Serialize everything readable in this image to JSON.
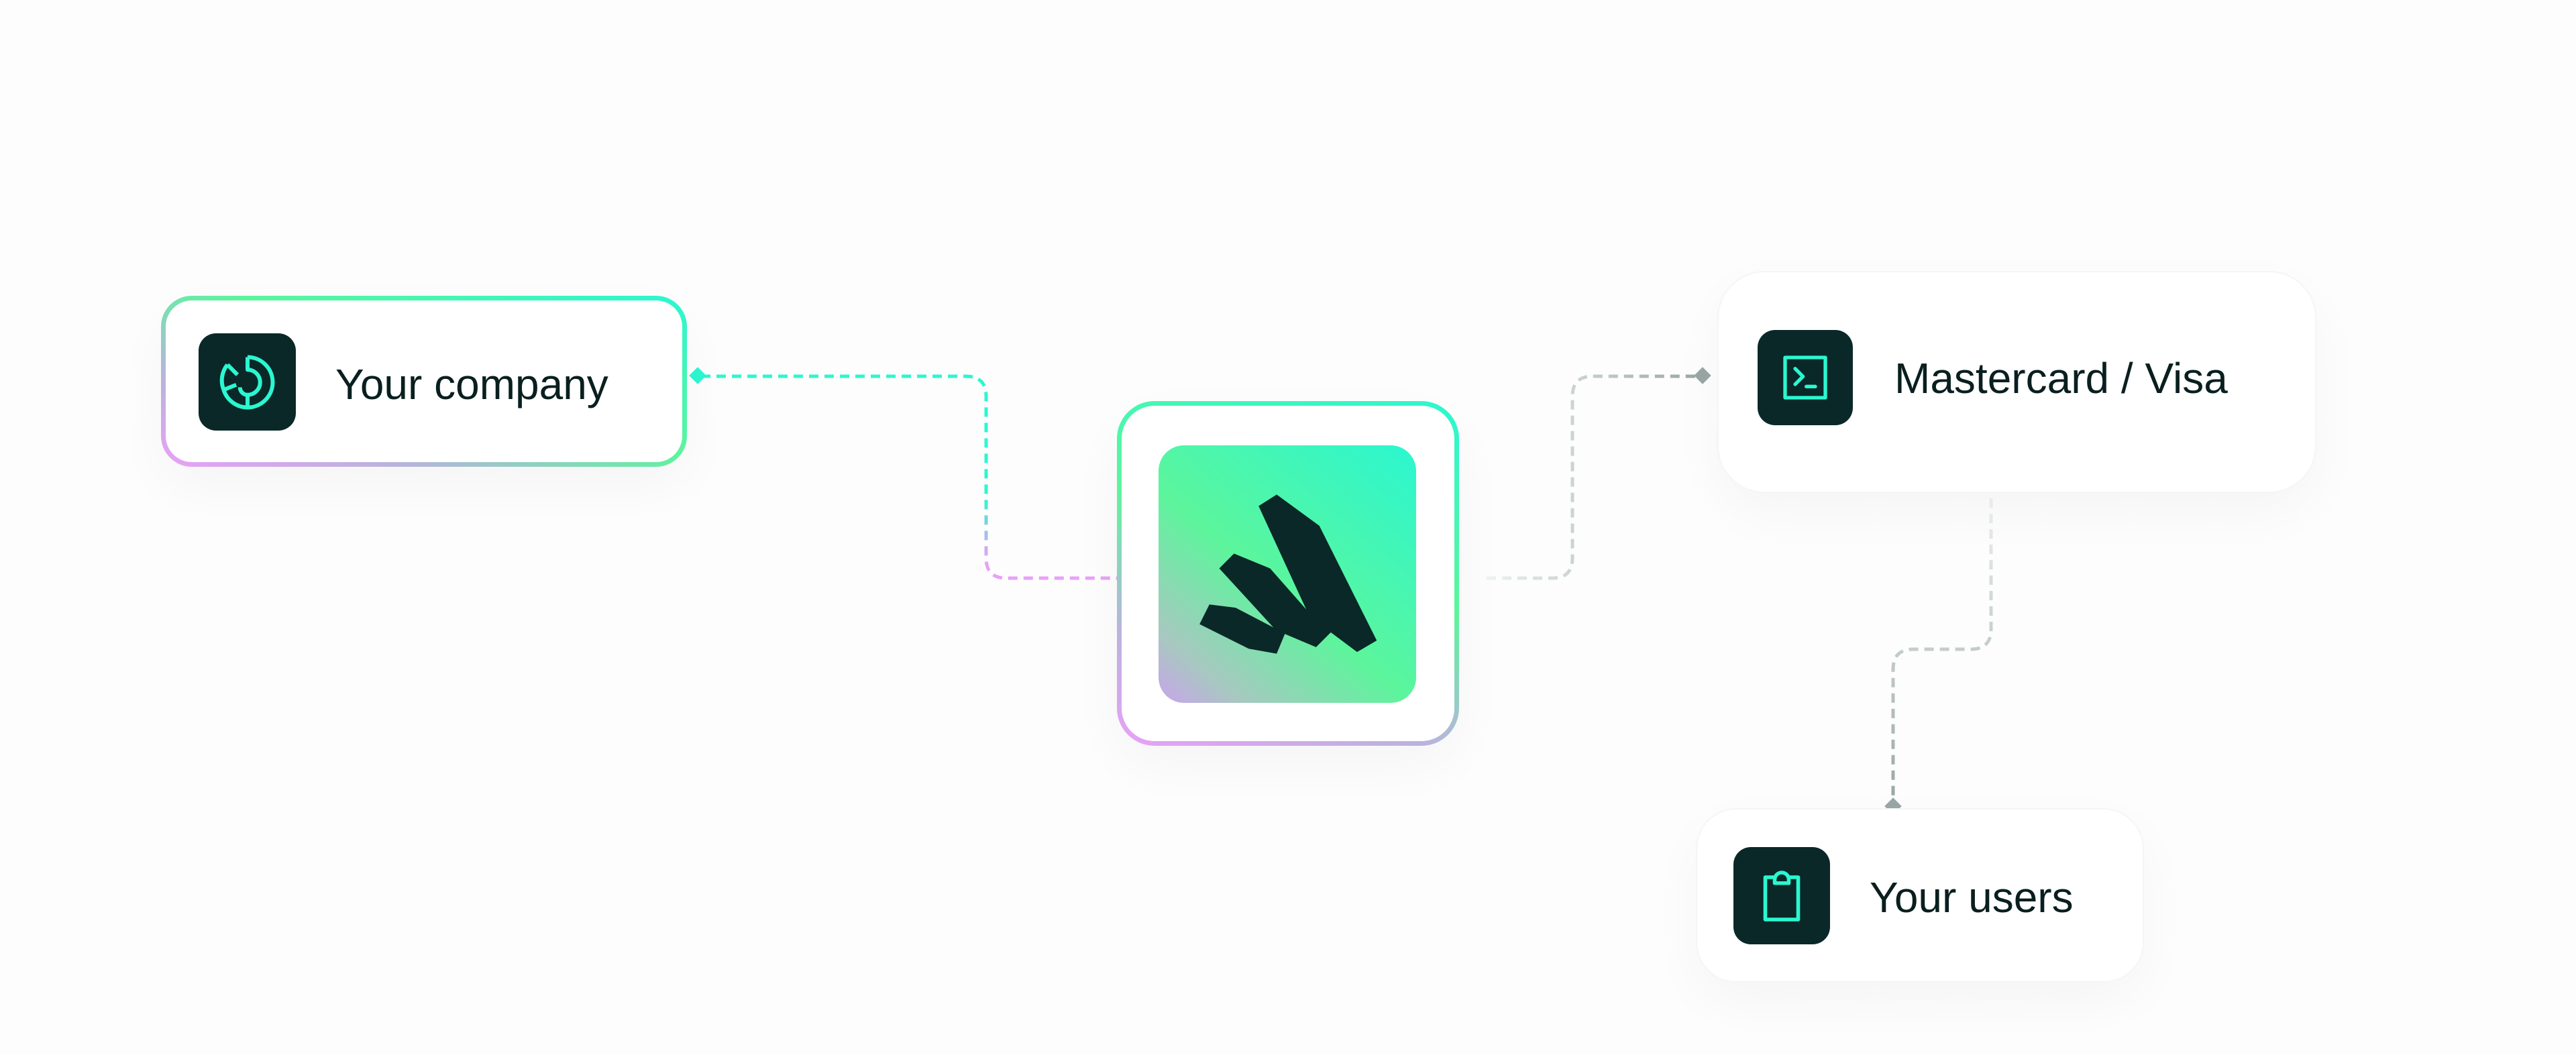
{
  "nodes": {
    "company": {
      "label": "Your company",
      "icon": "pie-chart-icon"
    },
    "hub": {
      "icon": "brand-logo-icon"
    },
    "card_network": {
      "label": "Mastercard / Visa",
      "icon": "terminal-icon"
    },
    "users": {
      "label": "Your users",
      "icon": "clipboard-icon"
    }
  },
  "colors": {
    "accent": "#2bf7d0",
    "green": "#5cf59c",
    "pink": "#e9a0f7",
    "dark": "#0a2828",
    "connector_gray": "#9aa6a6"
  }
}
